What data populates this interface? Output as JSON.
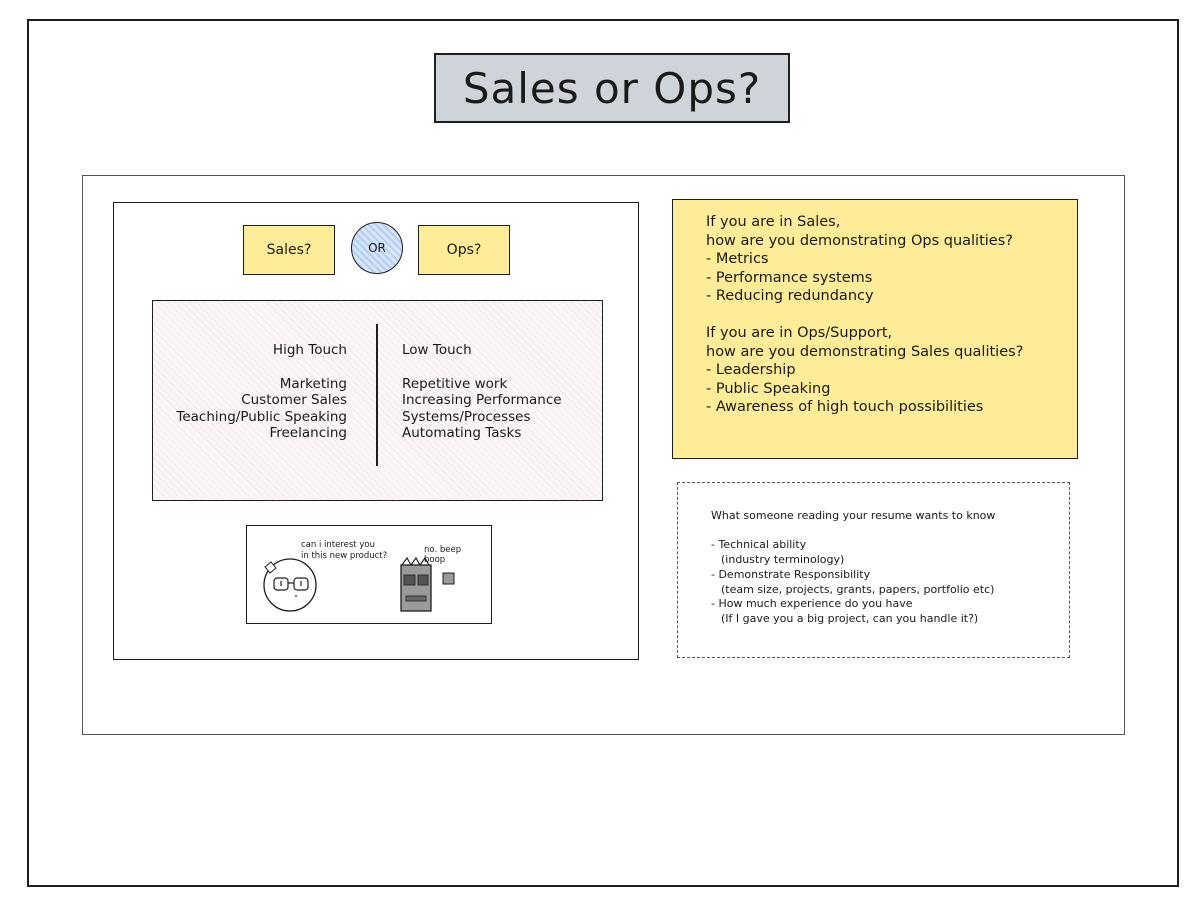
{
  "title": "Sales or Ops?",
  "choice": {
    "sales_label": "Sales?",
    "or_label": "OR",
    "ops_label": "Ops?"
  },
  "high_touch": {
    "heading": "High Touch",
    "items": [
      "Marketing",
      "Customer Sales",
      "Teaching/Public Speaking",
      "Freelancing"
    ]
  },
  "low_touch": {
    "heading": "Low Touch",
    "items": [
      "Repetitive work",
      "Increasing Performance",
      "Systems/Processes",
      "Automating Tasks"
    ]
  },
  "comic": {
    "human_lines": [
      "can i interest you",
      "in this new product?"
    ],
    "robot_line": "no. beep boop"
  },
  "sales_ops_note": {
    "sales_intro": [
      "If you are in Sales,",
      "how are you demonstrating Ops qualities?"
    ],
    "sales_items": [
      "- Metrics",
      "- Performance systems",
      "- Reducing redundancy"
    ],
    "ops_intro": [
      "If you are in Ops/Support,",
      "how are you demonstrating Sales qualities?"
    ],
    "ops_items": [
      "- Leadership",
      "- Public Speaking",
      "- Awareness of high touch possibilities"
    ]
  },
  "resume": {
    "heading": "What someone reading your resume wants to know",
    "items": [
      {
        "main": "- Technical ability",
        "sub": "(industry terminology)"
      },
      {
        "main": "- Demonstrate Responsibility",
        "sub": "(team size, projects, grants, papers, portfolio etc)"
      },
      {
        "main": "- How much experience do you have",
        "sub": "(If I gave you a big project, can you handle it?)"
      }
    ]
  },
  "colors": {
    "sticky_yellow": "#ffec99",
    "title_gray": "#ced4da",
    "or_blue": "#cfe0fa",
    "touch_pink": "#fbf3f3",
    "robot_gray": "#9a9a9a"
  }
}
